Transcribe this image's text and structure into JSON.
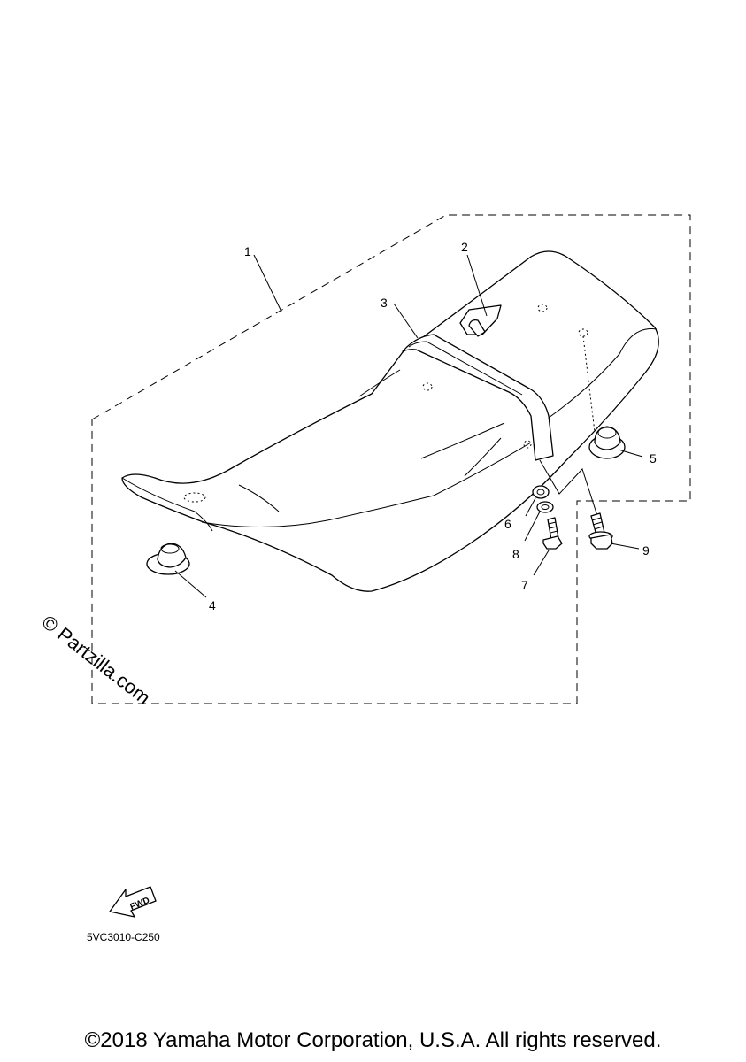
{
  "callouts": [
    {
      "id": "1",
      "label": "1"
    },
    {
      "id": "2",
      "label": "2"
    },
    {
      "id": "3",
      "label": "3"
    },
    {
      "id": "4",
      "label": "4"
    },
    {
      "id": "5",
      "label": "5"
    },
    {
      "id": "6",
      "label": "6"
    },
    {
      "id": "7",
      "label": "7"
    },
    {
      "id": "8",
      "label": "8"
    },
    {
      "id": "9",
      "label": "9"
    }
  ],
  "watermark": "© Partzilla.com",
  "fwd_label": "FWD",
  "diagram_code": "5VC3010-C250",
  "copyright": "©2018 Yamaha Motor Corporation, U.S.A. All rights reserved."
}
